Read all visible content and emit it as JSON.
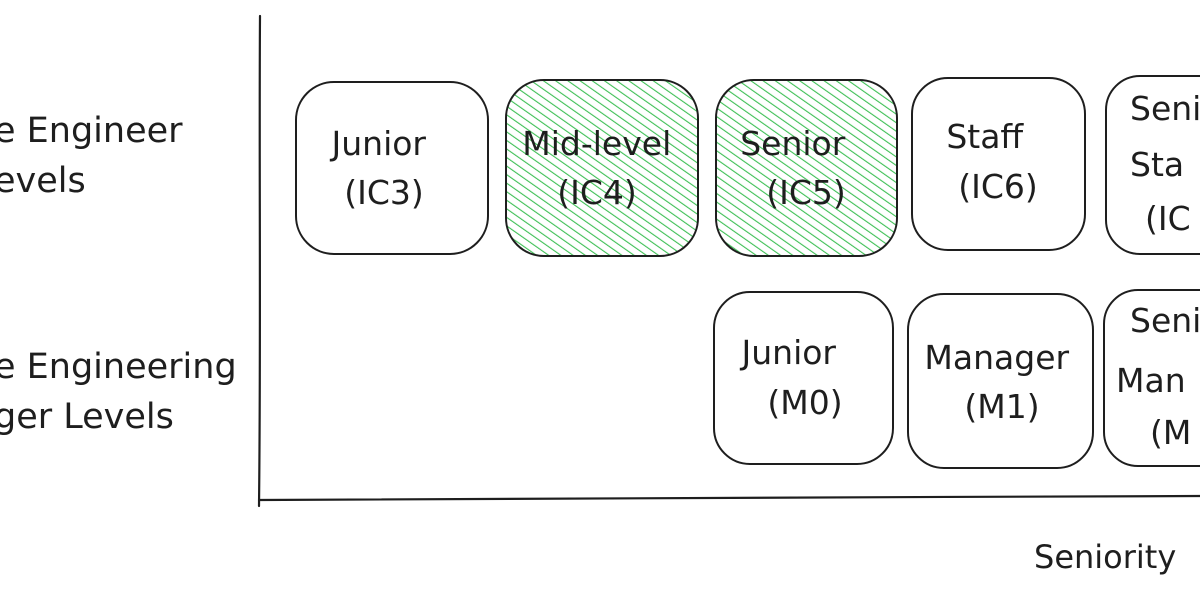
{
  "row_labels": {
    "ic": [
      "e Engineer",
      "evels"
    ],
    "manager": [
      "e Engineering",
      "ger Levels"
    ]
  },
  "x_axis": {
    "label": "Seniority"
  },
  "colors": {
    "highlight_fill": "#40c057",
    "stroke": "#1e1e1e",
    "background": "#ffffff"
  },
  "ic_levels": [
    {
      "lines": [
        "Junior",
        "(IC3)"
      ],
      "highlighted": false
    },
    {
      "lines": [
        "Mid-level",
        "(IC4)"
      ],
      "highlighted": true
    },
    {
      "lines": [
        "Senior",
        "(IC5)"
      ],
      "highlighted": true
    },
    {
      "lines": [
        "Staff",
        "(IC6)"
      ],
      "highlighted": false
    },
    {
      "lines": [
        "Seni",
        "Sta",
        "(IC"
      ],
      "highlighted": false
    }
  ],
  "manager_levels": [
    {
      "lines": [
        "Junior",
        "(M0)"
      ],
      "highlighted": false
    },
    {
      "lines": [
        "Manager",
        "(M1)"
      ],
      "highlighted": false
    },
    {
      "lines": [
        "Seni",
        "Man",
        "(M"
      ],
      "highlighted": false
    }
  ]
}
